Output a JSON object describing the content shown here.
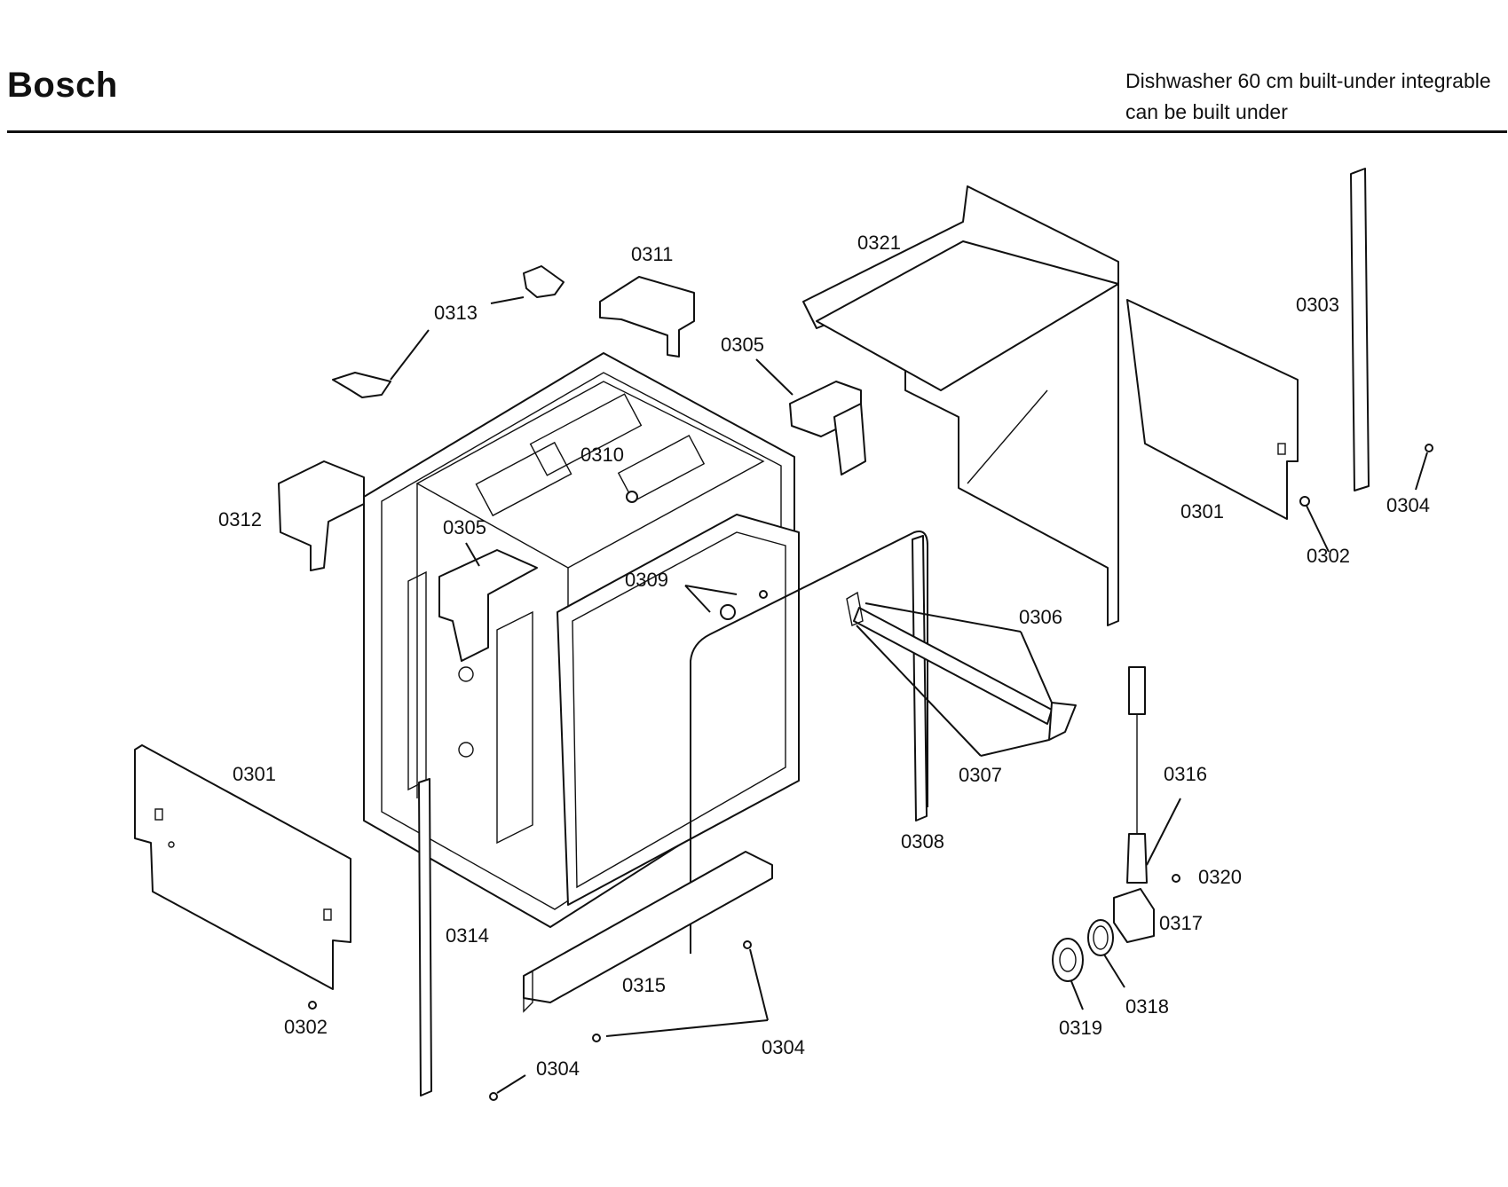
{
  "header": {
    "brand": "Bosch",
    "subtitle_line1": "Dishwasher 60 cm built-under integrable",
    "subtitle_line2": "can be built under"
  },
  "labels": {
    "l0301a": "0301",
    "l0301b": "0301",
    "l0302a": "0302",
    "l0302b": "0302",
    "l0303": "0303",
    "l0304a": "0304",
    "l0304b": "0304",
    "l0304c": "0304",
    "l0305a": "0305",
    "l0305b": "0305",
    "l0306": "0306",
    "l0307": "0307",
    "l0308": "0308",
    "l0309": "0309",
    "l0310": "0310",
    "l0311": "0311",
    "l0312": "0312",
    "l0313": "0313",
    "l0314": "0314",
    "l0315": "0315",
    "l0316": "0316",
    "l0317": "0317",
    "l0318": "0318",
    "l0319": "0319",
    "l0320": "0320",
    "l0321": "0321"
  }
}
